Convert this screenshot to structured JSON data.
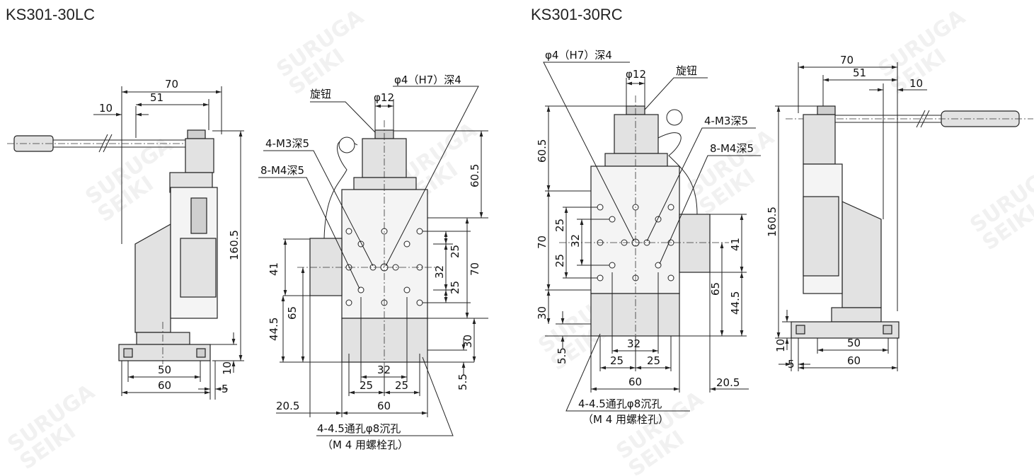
{
  "watermark": {
    "line1": "SURUGA",
    "line2": "SEIKI"
  },
  "left_model": {
    "title": "KS301-30LC",
    "side_view": {
      "d70": "70",
      "d51": "51",
      "d10_top": "10",
      "d160_5": "160.5",
      "d50": "50",
      "d60": "60",
      "d10_base": "10",
      "d5": "5"
    },
    "front_view": {
      "hole_note": "φ4（H7）深4",
      "knob_label": "旋钮",
      "knob_dia": "φ12",
      "m3_note": "4-M3深5",
      "m4_note": "8-M4深5",
      "d60_5": "60.5",
      "d25_a": "25",
      "d32_v": "32",
      "d70": "70",
      "d25_b": "25",
      "d41": "41",
      "d65": "65",
      "d44_5": "44.5",
      "d30": "30",
      "d5_5": "5.5",
      "d32_h": "32",
      "d25_h1": "25",
      "d25_h2": "25",
      "d20_5": "20.5",
      "d60": "60",
      "mount_note": "4-4.5通孔φ8沉孔",
      "mount_note2": "（M 4 用螺栓孔）"
    }
  },
  "right_model": {
    "title": "KS301-30RC",
    "front_view": {
      "hole_note": "φ4（H7）深4",
      "knob_dia": "φ12",
      "knob_label": "旋钮",
      "m3_note": "4-M3深5",
      "m4_note": "8-M4深5",
      "d60_5": "60.5",
      "d70": "70",
      "d25_a": "25",
      "d32_v": "32",
      "d25_b": "25",
      "d30": "30",
      "d5_5": "5.5",
      "d41": "41",
      "d65": "65",
      "d44_5": "44.5",
      "d32_h": "32",
      "d25_h1": "25",
      "d25_h2": "25",
      "d60": "60",
      "d20_5": "20.5",
      "mount_note": "4-4.5通孔φ8沉孔",
      "mount_note2": "（M 4 用螺栓孔）"
    },
    "side_view": {
      "d70": "70",
      "d51": "51",
      "d10_top": "10",
      "d160_5": "160.5",
      "d10_base": "10",
      "d50": "50",
      "d5": "5",
      "d60": "60"
    }
  }
}
